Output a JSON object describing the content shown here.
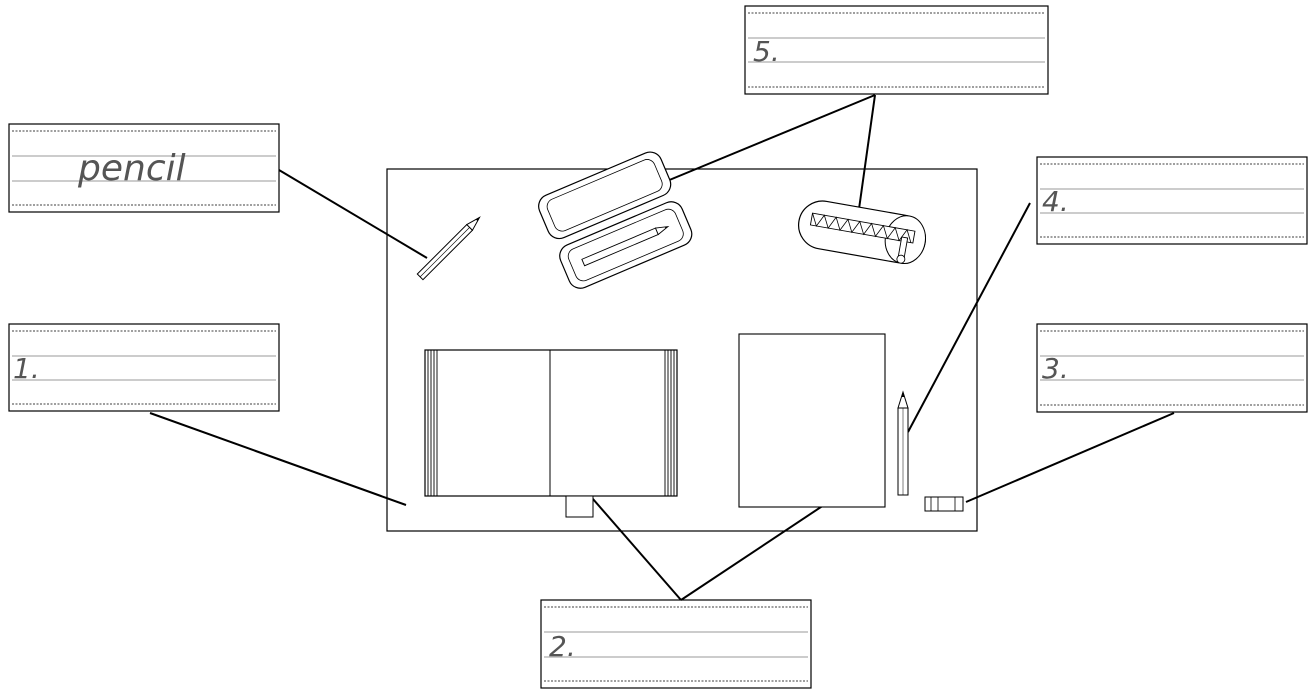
{
  "labels": {
    "example": "pencil",
    "box1": "1.",
    "box2": "2.",
    "box3": "3.",
    "box4": "4.",
    "box5": "5."
  },
  "colors": {
    "ink": "#000000",
    "guide_line": "#999999",
    "handwriting": "#555555",
    "background": "#ffffff"
  },
  "icons": [
    "pencil-icon",
    "pencil-case-icon",
    "pencil-sharpener-icon",
    "open-book-icon",
    "notebook-icon",
    "eraser-icon"
  ]
}
